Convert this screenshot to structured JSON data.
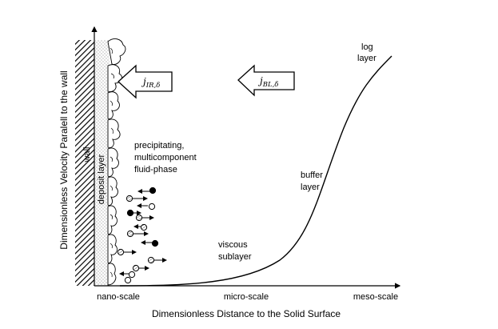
{
  "axes": {
    "y_title": "Dimensionless Velocity Paralell to the wall",
    "x_title": "Dimensionless Distance to the Solid Surface",
    "x_ticks": [
      "nano-scale",
      "micro-scale",
      "meso-scale"
    ]
  },
  "regions": {
    "wall": "wall",
    "deposit": "deposit layer",
    "fluid": [
      "precipitating,",
      "multicomponent",
      "fluid-phase"
    ]
  },
  "profile_labels": {
    "log": [
      "log",
      "layer"
    ],
    "buffer": [
      "buffer",
      "layer"
    ],
    "viscous": [
      "viscous",
      "sublayer"
    ]
  },
  "fluxes": {
    "interface": {
      "symbol": "j",
      "subscript": "IR,δ"
    },
    "boundary": {
      "symbol": "j",
      "subscript": "BL,δ"
    }
  }
}
